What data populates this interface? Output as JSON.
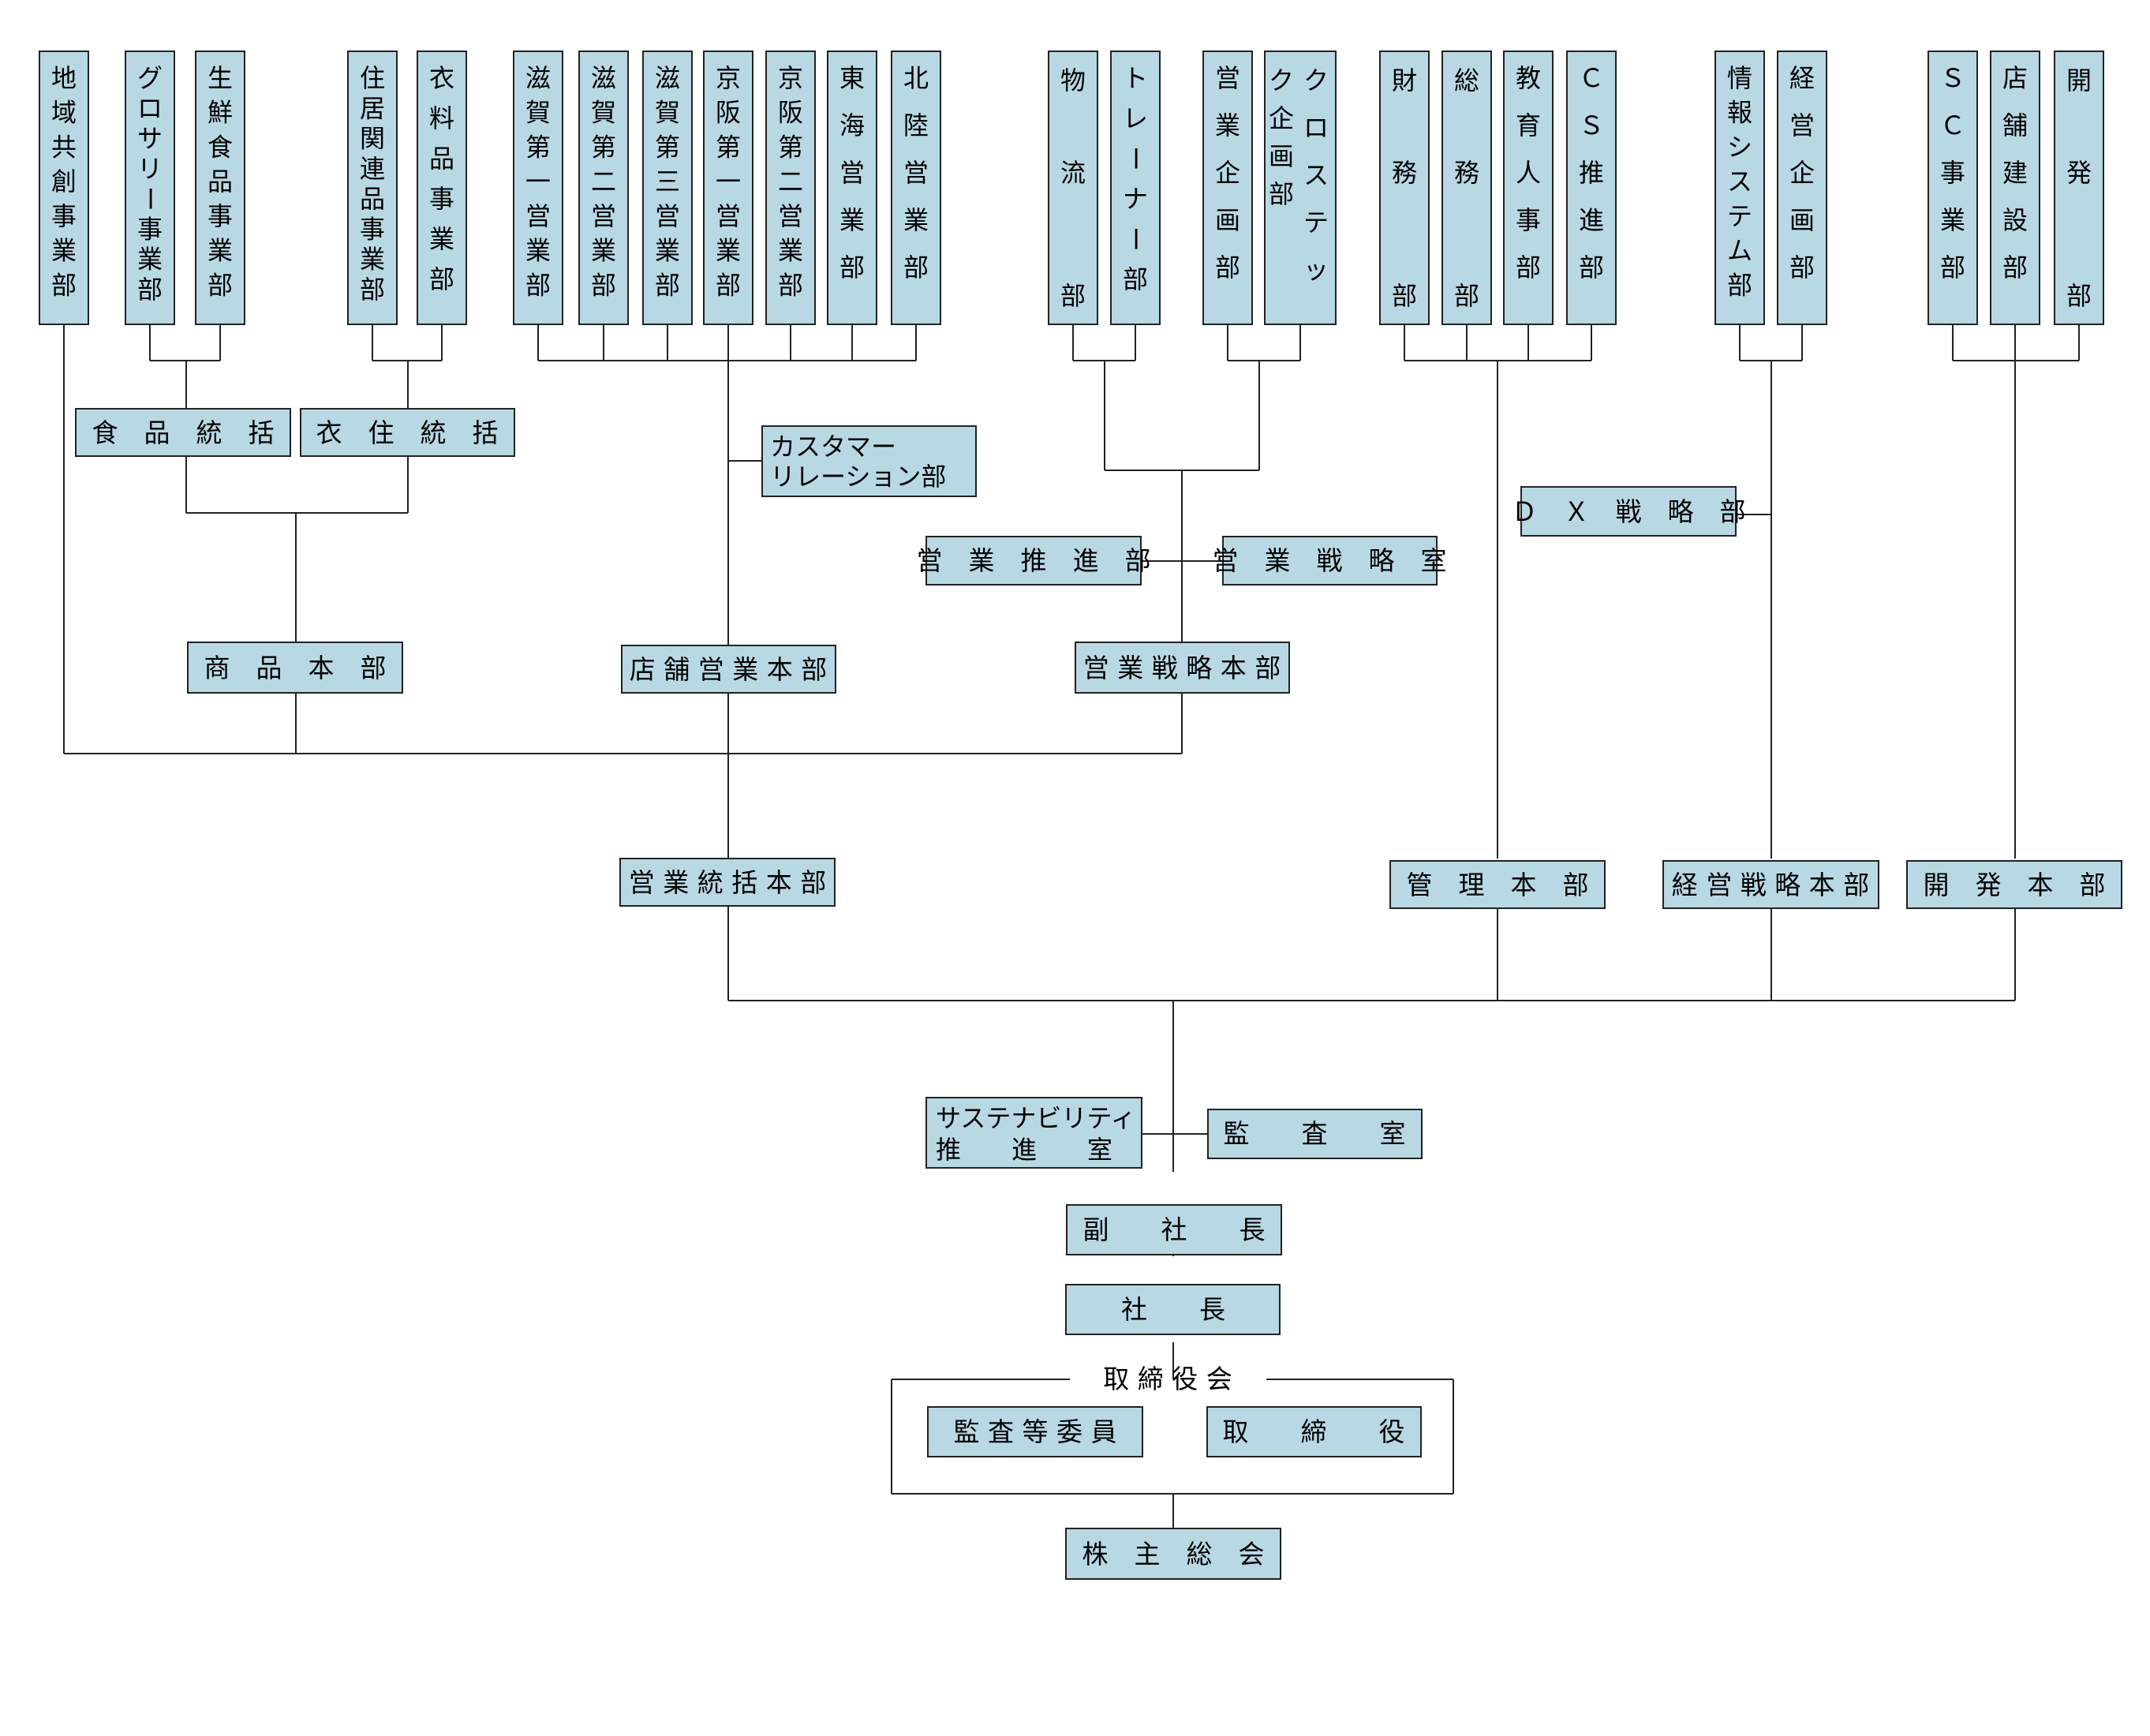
{
  "colors": {
    "box_fill": "#b8d8e4",
    "stroke": "#222222",
    "background": "#ffffff"
  },
  "shareholders": "株　主　総　会",
  "board": {
    "title": "取 締 役 会",
    "audit_committee": "監 査 等 委 員",
    "directors": "取　　締　　役"
  },
  "president": "社　　長",
  "vice_president": "副　　社　　長",
  "audit_office": "監　　査　　室",
  "sustainability": [
    "サステナビリティ",
    "推　　進　　室"
  ],
  "hq": {
    "sales_integration": "営 業 統 括 本 部",
    "management": "管　理　本　部",
    "corporate_strategy": "経 営 戦 略 本 部",
    "development": "開　発　本　部",
    "merchandise": "商　品　本　部",
    "store_sales": "店 舗 営 業 本 部",
    "sales_strategy": "営 業 戦 略 本 部"
  },
  "mid": {
    "food": "食　品　統　括",
    "clothing": "衣　住　統　括",
    "customer_relations": [
      "カスタマー",
      "リレーション部"
    ],
    "sales_promotion": "営　業　推　進　部",
    "sales_strategy_office": "営　業　戦　略　室",
    "dx_strategy": "Ｄ　Ｘ　戦　略　部"
  },
  "departments": [
    "地域共創事業部",
    "グロサリー事業部",
    "生鮮食品事業部",
    "住居関連品事業部",
    "衣料品事業部",
    "滋賀第一営業部",
    "滋賀第二営業部",
    "滋賀第三営業部",
    "京阪第一営業部",
    "京阪第二営業部",
    "東海営業部",
    "北陸営業部",
    "物流部",
    "トレーナー部",
    "営業企画部",
    "クロステック企画部",
    "財務部",
    "総務部",
    "教育人事部",
    "ＣＳ推進部",
    "情報システム部",
    "経営企画部",
    "ＳＣ事業部",
    "店舗建設部",
    "開発部"
  ]
}
